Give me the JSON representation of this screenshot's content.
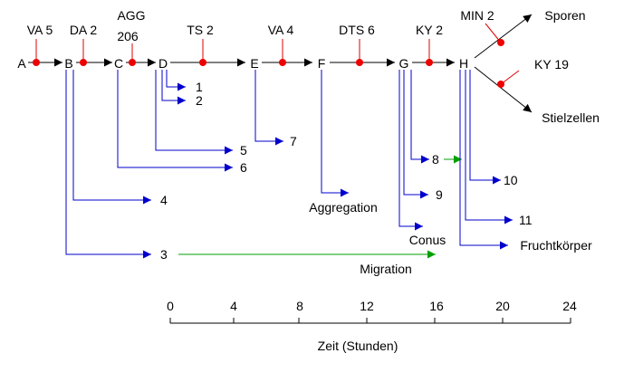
{
  "stages": [
    "A",
    "B",
    "C",
    "D",
    "E",
    "F",
    "G",
    "H"
  ],
  "mutants": {
    "va5": "VA 5",
    "da2": "DA 2",
    "agg": "AGG",
    "agg_num": "206",
    "ts2": "TS 2",
    "va4": "VA 4",
    "dts6": "DTS 6",
    "ky2": "KY 2",
    "min2": "MIN 2",
    "ky19": "KY 19"
  },
  "outcomes": {
    "sporen": "Sporen",
    "stielzellen": "Stielzellen",
    "aggregation": "Aggregation",
    "conus": "Conus",
    "migration": "Migration",
    "fruchtkoerper": "Fruchtkörper"
  },
  "branches": {
    "b1": "1",
    "b2": "2",
    "b3": "3",
    "b4": "4",
    "b5": "5",
    "b6": "6",
    "b7": "7",
    "b8": "8",
    "b9": "9",
    "b10": "10",
    "b11": "11"
  },
  "axis": {
    "label": "Zeit (Stunden)",
    "ticks": [
      "0",
      "4",
      "8",
      "12",
      "16",
      "20",
      "24"
    ]
  },
  "colors": {
    "pathway": "#000000",
    "branch": "#0000cc",
    "migration": "#00a000",
    "mutant": "#e00000"
  }
}
